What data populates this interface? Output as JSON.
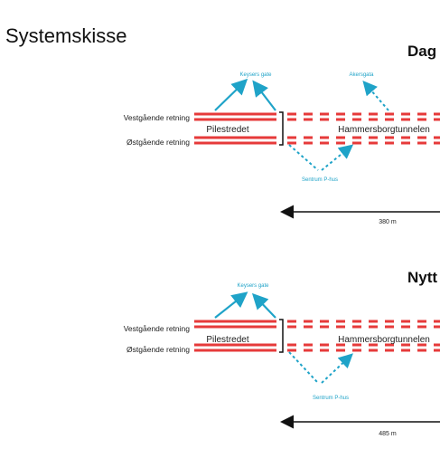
{
  "title": "Systemskisse",
  "colors": {
    "road": "#e63a3a",
    "ramp": "#1fa3c8",
    "text": "#222222"
  },
  "panels": [
    {
      "heading": "Dag",
      "west_label": "Vestgående retning",
      "east_label": "Østgående retning",
      "street_label": "Pilestredet",
      "tunnel_label": "Hammersborgtunnelen",
      "ramp_up_label": "Keysers gate",
      "ramp_right_label": "Akersgata",
      "ramp_down_label": "Sentrum P-hus",
      "distance_label": "380 m"
    },
    {
      "heading": "Nytt",
      "west_label": "Vestgående retning",
      "east_label": "Østgående retning",
      "street_label": "Pilestredet",
      "tunnel_label": "Hammersborgtunnelen",
      "ramp_up_label": "Keysers gate",
      "ramp_down_label": "Sentrum P-hus",
      "distance_label": "485 m"
    }
  ]
}
